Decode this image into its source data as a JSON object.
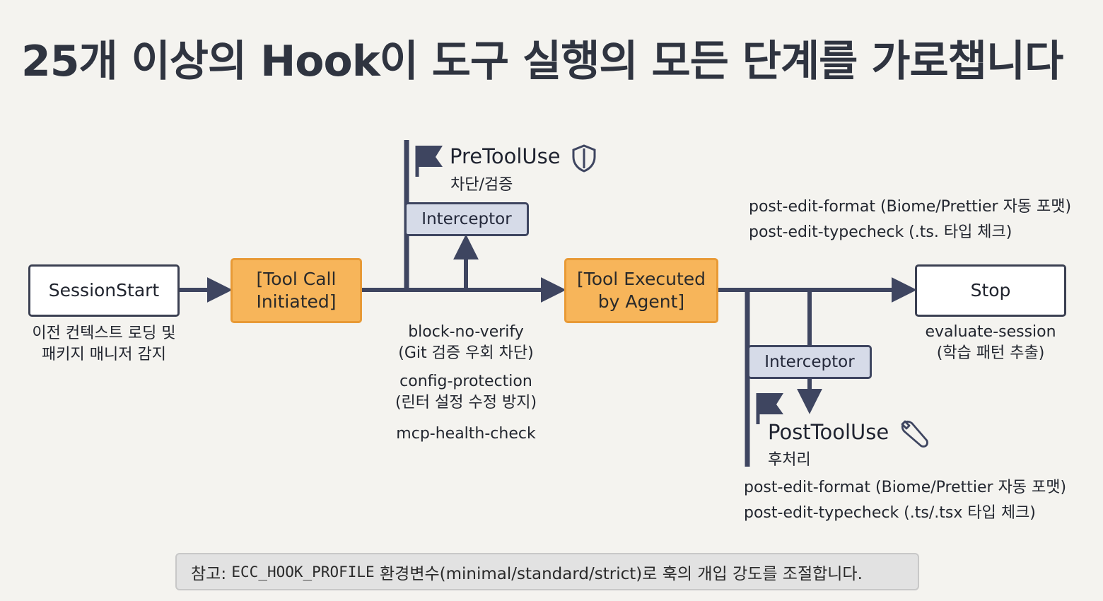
{
  "title": "25개 이상의 Hook이 도구 실행의 모든 단계를 가로챕니다",
  "nodes": {
    "session_start": {
      "label": "SessionStart",
      "caption": [
        "이전 컨텍스트 로딩 및",
        "패키지 매니저 감지"
      ]
    },
    "tool_call": {
      "label": [
        "[Tool Call",
        "Initiated]"
      ]
    },
    "tool_executed": {
      "label": [
        "[Tool Executed",
        "by Agent]"
      ]
    },
    "stop": {
      "label": "Stop",
      "caption": [
        "evaluate-session",
        "(학습 패턴 추출)"
      ]
    }
  },
  "pre_tool_use": {
    "name": "PreToolUse",
    "subtitle": "차단/검증",
    "interceptor": "Interceptor",
    "flag_icon": "flag-icon",
    "badge_icon": "shield-icon",
    "hooks": [
      {
        "name": "block-no-verify",
        "desc": "(Git 검증 우회 차단)"
      },
      {
        "name": "config-protection",
        "desc": "(린터 설정 수정 방지)"
      },
      {
        "name": "mcp-health-check",
        "desc": ""
      }
    ]
  },
  "post_tool_use": {
    "name": "PostToolUse",
    "subtitle": "후처리",
    "interceptor": "Interceptor",
    "flag_icon": "flag-icon",
    "badge_icon": "wrench-icon",
    "hooks_top": [
      "post-edit-format (Biome/Prettier 자동 포맷)",
      "post-edit-typecheck (.ts. 타입 체크)"
    ],
    "hooks_bottom": [
      "post-edit-format (Biome/Prettier 자동 포맷)",
      "post-edit-typecheck (.ts/.tsx 타입 체크)"
    ]
  },
  "note": {
    "prefix": "참고: ",
    "code": "ECC_HOOK_PROFILE",
    "suffix": " 환경변수(minimal/standard/strict)로 훅의 개입 강도를 조절합니다."
  },
  "colors": {
    "line": "#3e4560",
    "orange_fill": "#f7b55a",
    "orange_border": "#e89a36",
    "interceptor_fill": "#d6dbe8"
  }
}
